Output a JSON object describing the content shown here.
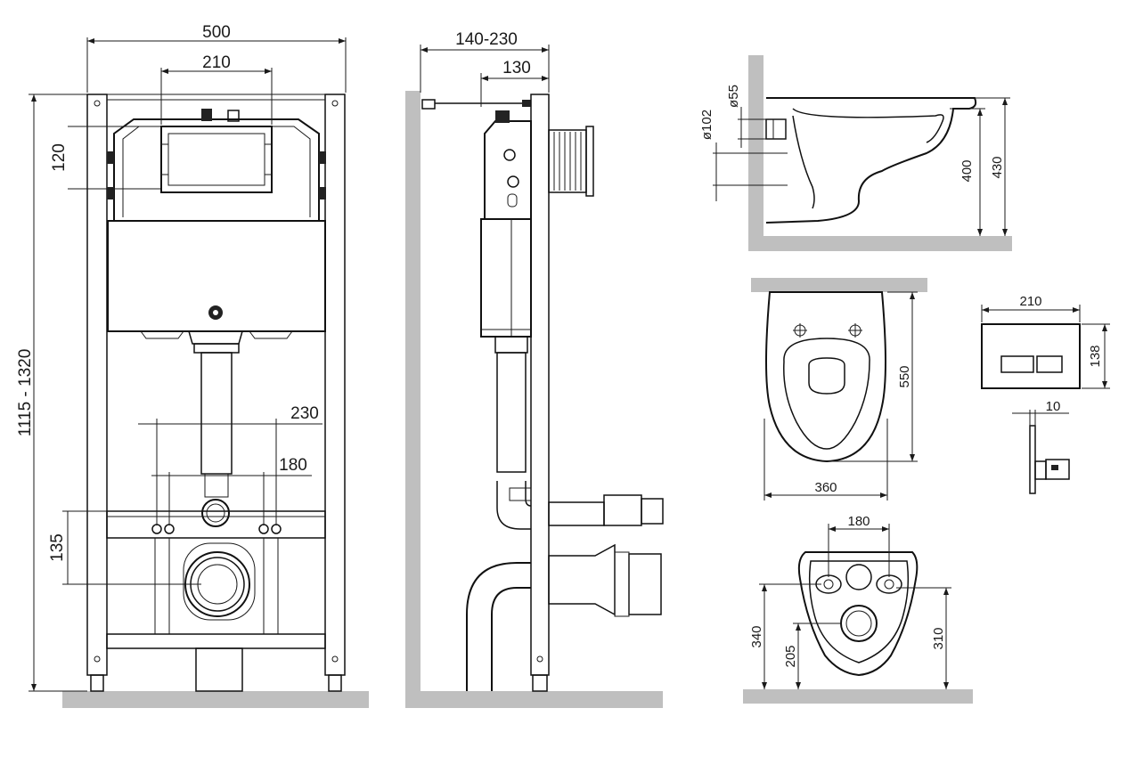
{
  "front_view": {
    "width": "500",
    "flush_plate_width": "210",
    "flush_plate_height": "120",
    "height_range": "1115 - 1320",
    "fixing_spacing_outer": "230",
    "fixing_spacing_inner": "180",
    "outlet_height": "135"
  },
  "side_view": {
    "depth_range": "140-230",
    "depth": "130"
  },
  "bowl_side_view": {
    "outlet_diameter_small": "ø55",
    "outlet_diameter_large": "ø102",
    "height_low": "400",
    "height_high": "430"
  },
  "bowl_top_view": {
    "length": "550",
    "width": "360"
  },
  "flush_plate": {
    "width": "210",
    "height": "138",
    "thickness": "10"
  },
  "bowl_back_view": {
    "bolt_spacing": "180",
    "height_left": "340",
    "height_inner": "205",
    "height_right": "310"
  }
}
